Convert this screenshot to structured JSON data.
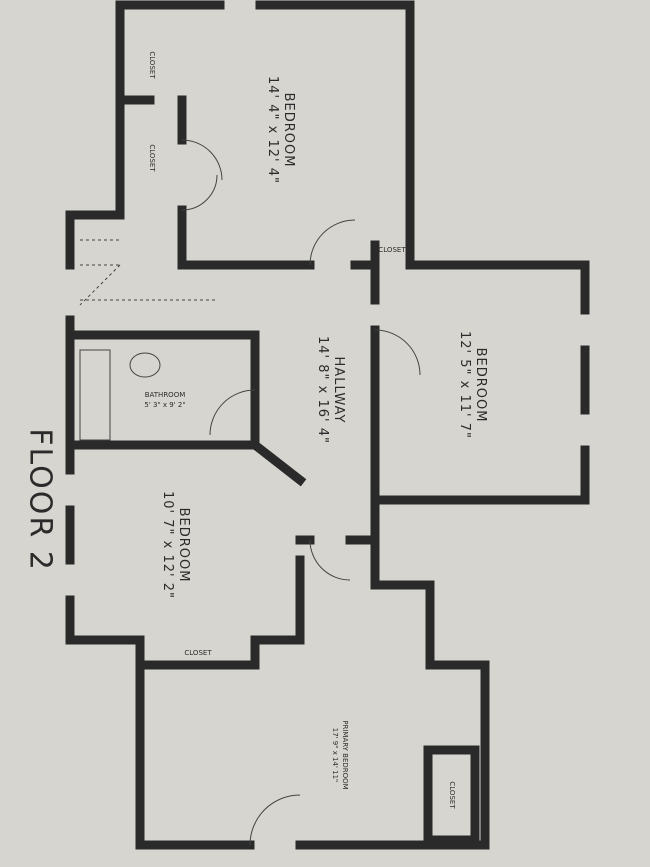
{
  "title": "FLOOR 2",
  "rooms": {
    "bedroom_top": {
      "name": "BEDROOM",
      "size": "14' 4\" x 12' 4\""
    },
    "bedroom_right": {
      "name": "BEDROOM",
      "size": "12' 5\" x 11' 7\""
    },
    "bedroom_lower": {
      "name": "BEDROOM",
      "size": "10' 7\" x 12' 2\""
    },
    "hallway": {
      "name": "HALLWAY",
      "size": "14' 8\" x 16' 4\""
    },
    "bathroom": {
      "name": "BATHROOM",
      "size": "5' 3\" x 9' 2\""
    },
    "primary_bedroom": {
      "name": "PRIMARY BEDROOM",
      "size": "17' 9\" x 14' 11\""
    },
    "closets": [
      "CLOSET",
      "CLOSET",
      "CLOSET",
      "CLOSET",
      "CLOSET"
    ]
  },
  "colors": {
    "wall": "#2a2a2a",
    "paper": "#d7d5cf"
  }
}
